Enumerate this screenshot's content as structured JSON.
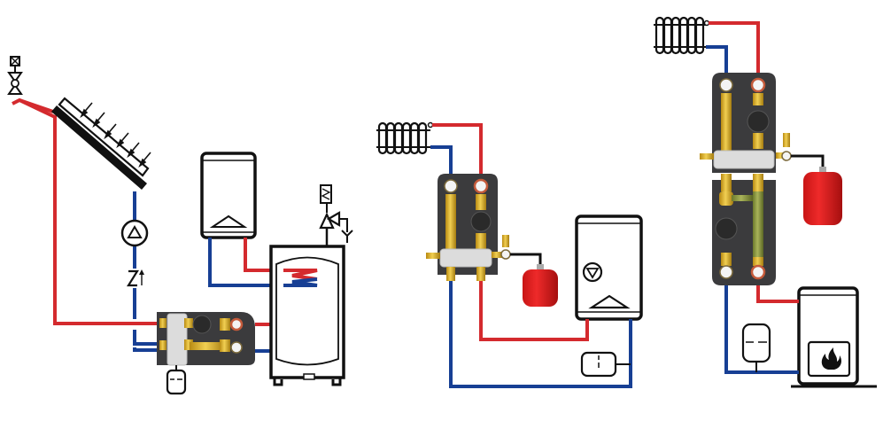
{
  "diagram": {
    "title": "",
    "colors": {
      "supply_hot": "#d42a2e",
      "return_cold": "#173f94",
      "station_body": "#3b3b3d",
      "brass": "#e2b532",
      "expansion_vessel": "#d62020",
      "outline": "#111111"
    },
    "schemes": [
      {
        "id": "solar",
        "label": "",
        "components": [
          "air-vent-valve",
          "solar-collector",
          "sun-rays",
          "circulation-pump-symbol",
          "check-valve-symbol",
          "solar-pump-station",
          "expansion-vessel-small",
          "wall-boiler",
          "indirect-water-tank",
          "safety-valve-group"
        ]
      },
      {
        "id": "single-circuit",
        "label": "",
        "components": [
          "radiator",
          "pump-station-with-hydraulic-separator",
          "expansion-vessel-red",
          "combi-boiler",
          "expansion-vessel-small"
        ]
      },
      {
        "id": "two-circuit",
        "label": "",
        "components": [
          "radiator",
          "pump-station-direct-circuit",
          "pump-station-mixing-circuit",
          "expansion-vessel-red",
          "expansion-vessel-small",
          "floor-standing-boiler-with-flame"
        ]
      }
    ]
  }
}
